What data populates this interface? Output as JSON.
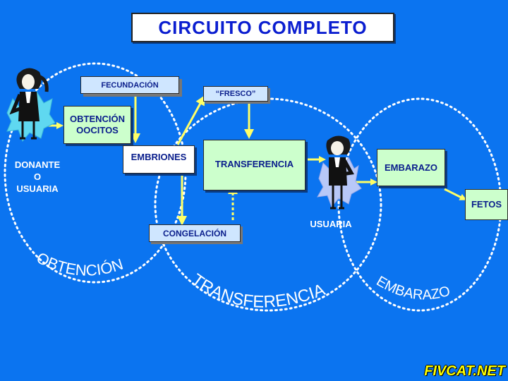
{
  "title": "CIRCUITO  COMPLETO",
  "boxes": {
    "fecundacion": "FECUNDACIÓN",
    "fresco": "“FRESCO”",
    "obtencion_oocitos_line1": "OBTENCIÓN",
    "obtencion_oocitos_line2": "OOCITOS",
    "embriones": "EMBRIONES",
    "transferencia": "TRANSFERENCIA",
    "embarazo": "EMBARAZO",
    "fetos": "FETOS",
    "congelacion": "CONGELACIÓN"
  },
  "labels": {
    "donante_line1": "DONANTE",
    "donante_line2": "O",
    "donante_line3": "USUARIA",
    "usuaria": "USUARIA"
  },
  "rings": {
    "obtencion": "OBTENCIÓN",
    "transferencia": "TRANSFERENCIA",
    "embarazo": "EMBARAZO"
  },
  "watermark": "FIVCAT.NET",
  "colors": {
    "background": "#0b74f0",
    "arrow": "#ffff66",
    "ring": "#ffffff"
  }
}
